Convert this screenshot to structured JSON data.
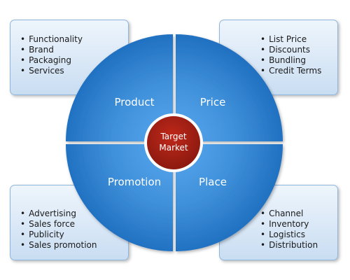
{
  "quadrants": {
    "product": {
      "label": "Product",
      "items": [
        "Functionality",
        "Brand",
        "Packaging",
        "Services"
      ]
    },
    "price": {
      "label": "Price",
      "items": [
        "List Price",
        "Discounts",
        "Bundling",
        "Credit Terms"
      ]
    },
    "promotion": {
      "label": "Promotion",
      "items": [
        "Advertising",
        "Sales force",
        "Publicity",
        "Sales promotion"
      ]
    },
    "place": {
      "label": "Place",
      "items": [
        "Channel",
        "Inventory",
        "Logistics",
        "Distribution"
      ]
    }
  },
  "center": {
    "line1": "Target",
    "line2": "Market"
  },
  "colors": {
    "quadrant_dark": "#1f6fc0",
    "quadrant_light": "#56a6ec",
    "center": "#a01d12",
    "box_fill_top": "#eef5fc",
    "box_fill_bottom": "#c9ddf2",
    "box_border": "#8fb6dc"
  }
}
